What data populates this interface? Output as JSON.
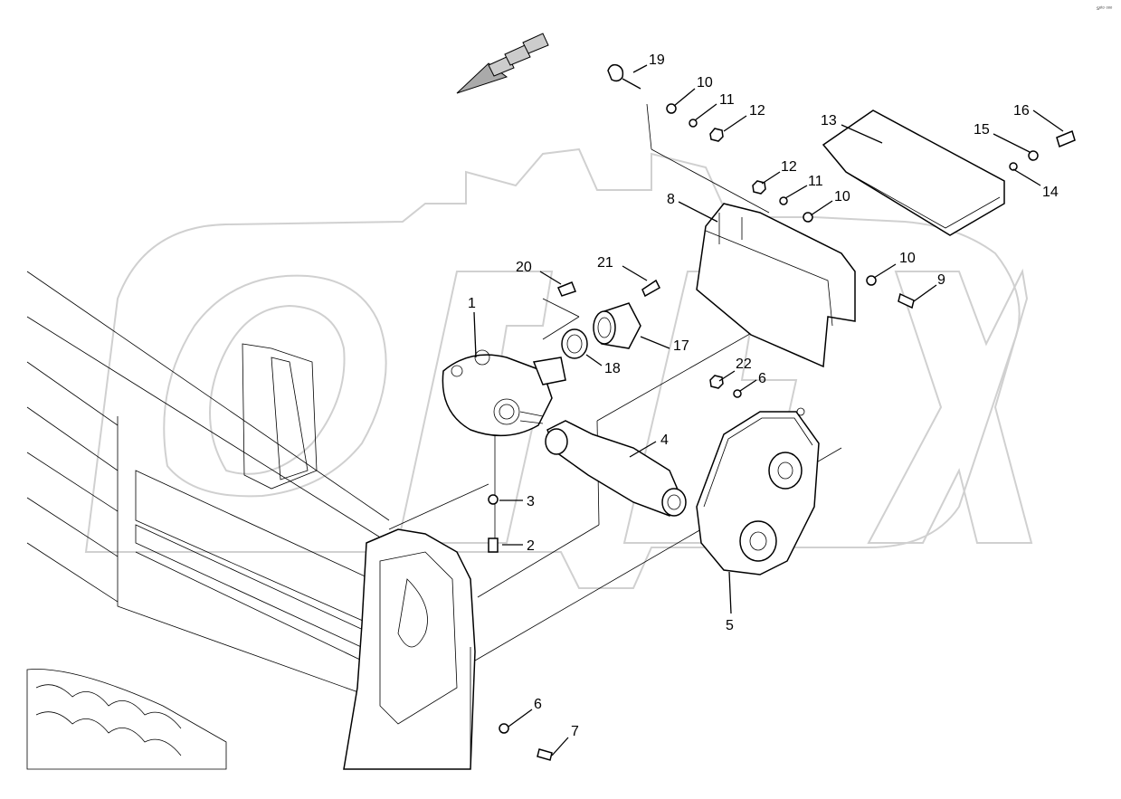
{
  "diagram": {
    "code": "sᵉᵗᵒ ᵒᵒᵒ",
    "watermark": "OREX",
    "callouts": [
      {
        "id": "c1",
        "text": "1"
      },
      {
        "id": "c2",
        "text": "2"
      },
      {
        "id": "c3",
        "text": "3"
      },
      {
        "id": "c4",
        "text": "4"
      },
      {
        "id": "c5",
        "text": "5"
      },
      {
        "id": "c6a",
        "text": "6"
      },
      {
        "id": "c6b",
        "text": "6"
      },
      {
        "id": "c7",
        "text": "7"
      },
      {
        "id": "c8",
        "text": "8"
      },
      {
        "id": "c9",
        "text": "9"
      },
      {
        "id": "c10a",
        "text": "10"
      },
      {
        "id": "c10b",
        "text": "10"
      },
      {
        "id": "c10c",
        "text": "10"
      },
      {
        "id": "c11a",
        "text": "11"
      },
      {
        "id": "c11b",
        "text": "11"
      },
      {
        "id": "c12a",
        "text": "12"
      },
      {
        "id": "c12b",
        "text": "12"
      },
      {
        "id": "c13",
        "text": "13"
      },
      {
        "id": "c14",
        "text": "14"
      },
      {
        "id": "c15",
        "text": "15"
      },
      {
        "id": "c16",
        "text": "16"
      },
      {
        "id": "c17",
        "text": "17"
      },
      {
        "id": "c18",
        "text": "18"
      },
      {
        "id": "c19",
        "text": "19"
      },
      {
        "id": "c20",
        "text": "20"
      },
      {
        "id": "c21",
        "text": "21"
      },
      {
        "id": "c22",
        "text": "22"
      }
    ]
  }
}
